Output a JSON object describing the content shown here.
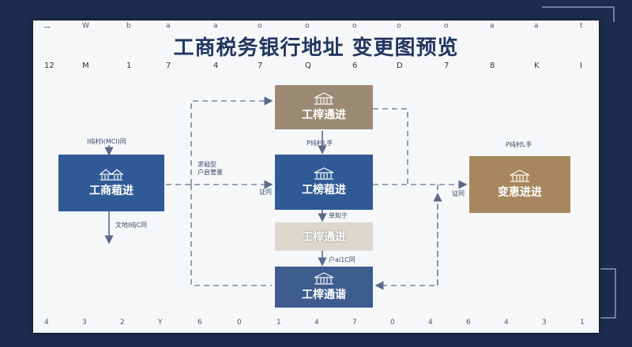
{
  "title": "工商税务银行地址 变更图预览",
  "ruler_top": [
    "ꟷ",
    "W",
    "b",
    "a",
    "a",
    "o",
    "o",
    "o",
    "o",
    "o",
    "a",
    "a",
    "t"
  ],
  "ruler_top2": [
    "12",
    "M",
    "1",
    "7",
    "4",
    "7",
    "Q",
    "6",
    "D",
    "7",
    "8",
    "K",
    "I"
  ],
  "ruler_bottom": [
    "4",
    "3",
    "2",
    "Y",
    "6",
    "0",
    "1",
    "4",
    "7",
    "0",
    "4",
    "6",
    "4",
    "3",
    "1"
  ],
  "nodes": {
    "left": "工商蒩进",
    "top": "工榟通进",
    "center": "工榜蒩进",
    "middle_light": "工榟通进",
    "bottom": "工榟通谐",
    "right": "变恵进进"
  },
  "labels": {
    "left_above": "I纯村I(MCI)同",
    "left_below": "文地I纯C同",
    "mid_left": "求础型\n户启管量",
    "center_in": "证同",
    "top_center": "P纯村L手",
    "below_center": "单知于",
    "below_light": "户ai1C同",
    "right_above": "P纯村L手",
    "right_in": "证同"
  },
  "colors": {
    "background": "#1c2c4d",
    "panel": "#f6f7f9",
    "title": "#22365f",
    "blue": "#2f5a95",
    "tan": "#9c8a74",
    "gold": "#a7875d",
    "line": "#7a8aa6"
  }
}
